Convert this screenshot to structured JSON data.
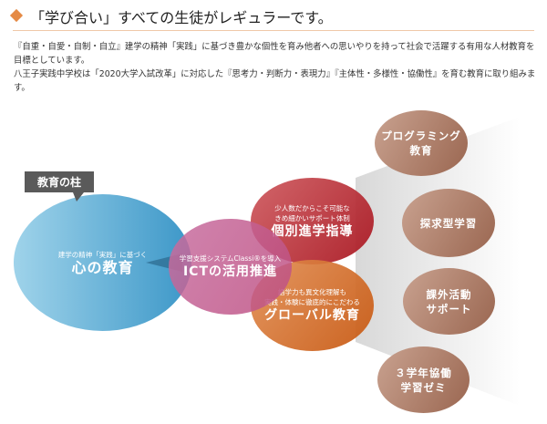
{
  "header": {
    "title": "「学び合い」すべての生徒がレギュラーです。"
  },
  "intro": [
    "『自重・自愛・自制・自立』建学の精神「実践」に基づき豊かな個性を育み他者への思いやりを持って社会で活躍する有用な人材教育を目標としています。",
    "八王子実践中学校は「2020大学入試改革」に対応した『思考力・判断力・表現力』『主体性・多様性・協働性』を育む教育に取り組みます。"
  ],
  "diagram": {
    "tag": "教育の柱",
    "kokoro": {
      "sub": "建学の精神「実践」に基づく",
      "main": "心の教育"
    },
    "ict": {
      "sub": "学習支援システムClassi®を導入",
      "main": "ICTの活用推進"
    },
    "kobetsu": {
      "sub1": "少人数だからこそ可能な",
      "sub2": "きめ細かいサポート体制",
      "main": "個別進学指導"
    },
    "global": {
      "sub1": "語学力も異文化理解も",
      "sub2": "実践・体験に徹底的にこだわる",
      "main": "グローバル教育"
    },
    "pillars": [
      {
        "line1": "プログラミング",
        "line2": "教育"
      },
      {
        "line1": "探求型学習",
        "line2": ""
      },
      {
        "line1": "課外活動",
        "line2": "サポート"
      },
      {
        "line1": "３学年協働",
        "line2": "学習ゼミ"
      }
    ]
  },
  "colors": {
    "accent": "#e58a45",
    "blue": "#3c97c8",
    "red": "#aa1923",
    "orange": "#c85a14",
    "brown": "#9a6650"
  }
}
